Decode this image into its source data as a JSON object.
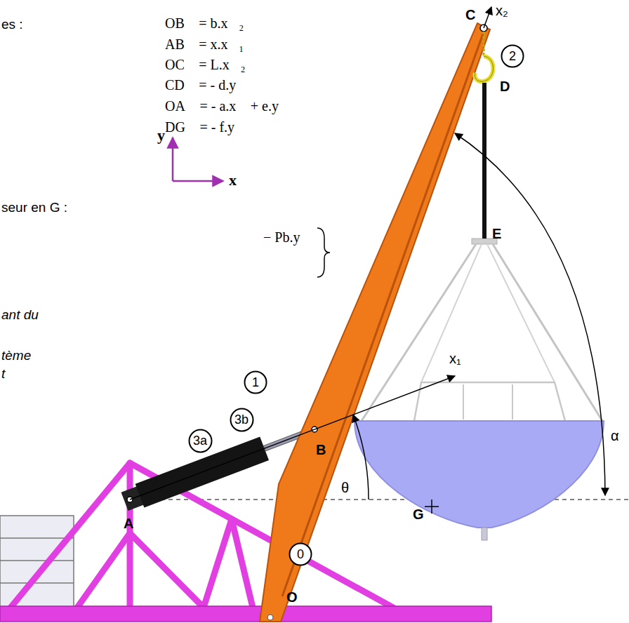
{
  "diagram": {
    "nodes": [
      {
        "text": [
          "2"
        ]
      },
      {
        "text": [
          "1"
        ]
      },
      {
        "text": [
          "3b"
        ]
      },
      {
        "text": [
          "3a"
        ]
      },
      {
        "text": [
          "0"
        ]
      }
    ],
    "labels": [
      "es :",
      "OB⃗ = b.x⃗₂",
      "AB⃗ = x.x⃗₁",
      "OC⃗ = L.x⃗₂",
      "CD⃗ = - d.y⃗",
      "OA⃗ = - a.x⃗ + e.y⃗",
      "DG⃗ = - f.y⃗",
      "seur en G :",
      "− Pb.y⃗",
      "ant du",
      "tème",
      "t",
      "y⃗",
      "x⃗",
      "x₂",
      "C",
      "D",
      "E",
      "x₁",
      "α",
      "B",
      "G",
      "θ",
      "A",
      "O"
    ]
  }
}
